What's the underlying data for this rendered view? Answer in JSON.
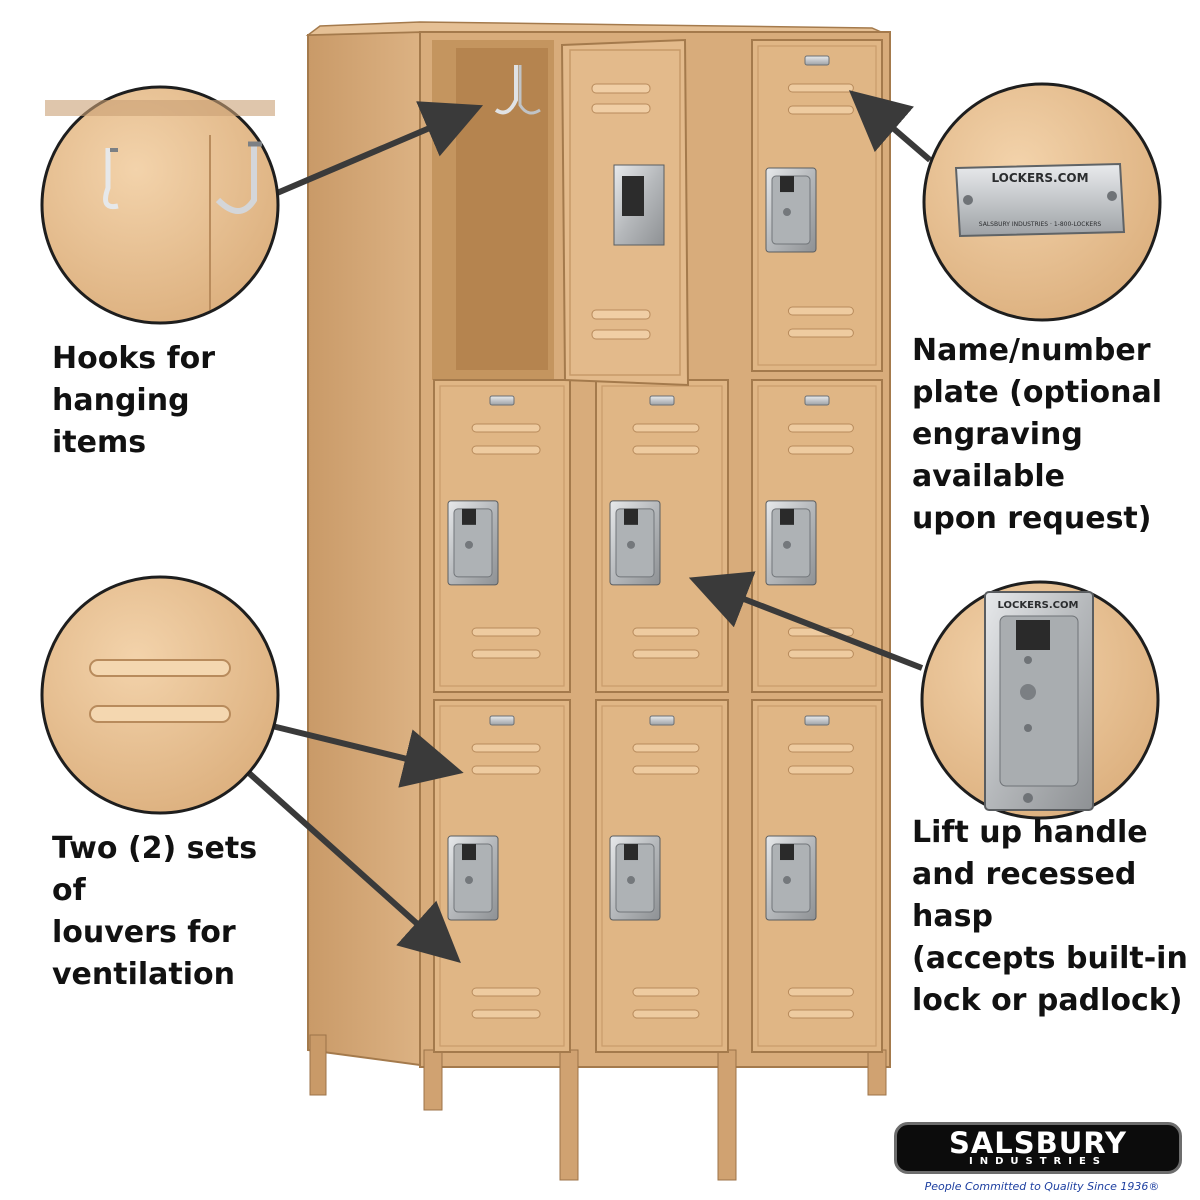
{
  "callouts": {
    "hooks": "Hooks for\nhanging items",
    "louvers": "Two (2) sets of\nlouvers for\nventilation",
    "plate": "Name/number\nplate (optional\nengraving available\nupon request)",
    "handle": "Lift up handle\nand recessed hasp\n(accepts built-in\nlock or padlock)"
  },
  "plate_text": {
    "top": "LOCKERS.COM",
    "bottom": "SALSBURY INDUSTRIES · 1-800-LOCKERS"
  },
  "handle_text": "LOCKERS.COM",
  "brand": {
    "name": "SALSBURY",
    "sub": "INDUSTRIES",
    "tagline": "People Committed to Quality Since 1936®"
  },
  "colors": {
    "tan": "#dbb080",
    "tan_light": "#ecc79c",
    "tan_dark": "#b88b5c",
    "metal": "#c9ccce",
    "arrow": "#3a3a3a"
  }
}
